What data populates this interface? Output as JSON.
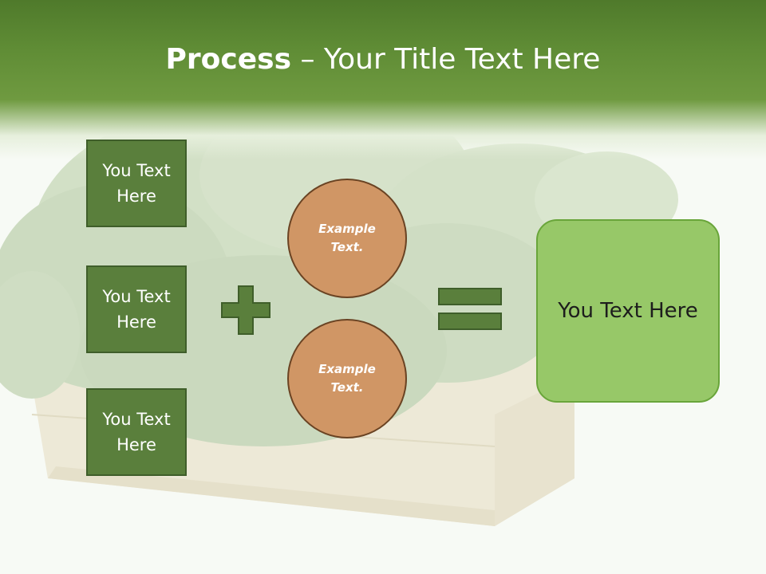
{
  "slide": {
    "title_bold": "Process",
    "title_rest": " – Your Title Text Here",
    "boxes": [
      {
        "label": "You Text Here"
      },
      {
        "label": "You Text Here"
      },
      {
        "label": "You Text Here"
      }
    ],
    "circles": [
      {
        "label": "Example Text."
      },
      {
        "label": "Example Text."
      }
    ],
    "result_label": "You Text Here"
  },
  "colors": {
    "header_green": "#5f8c35",
    "box_fill": "#5a7f3c",
    "circle_fill": "#d09665",
    "result_fill": "#97c868"
  },
  "icons": {
    "plus": "plus-icon",
    "equals": "equals-icon"
  }
}
